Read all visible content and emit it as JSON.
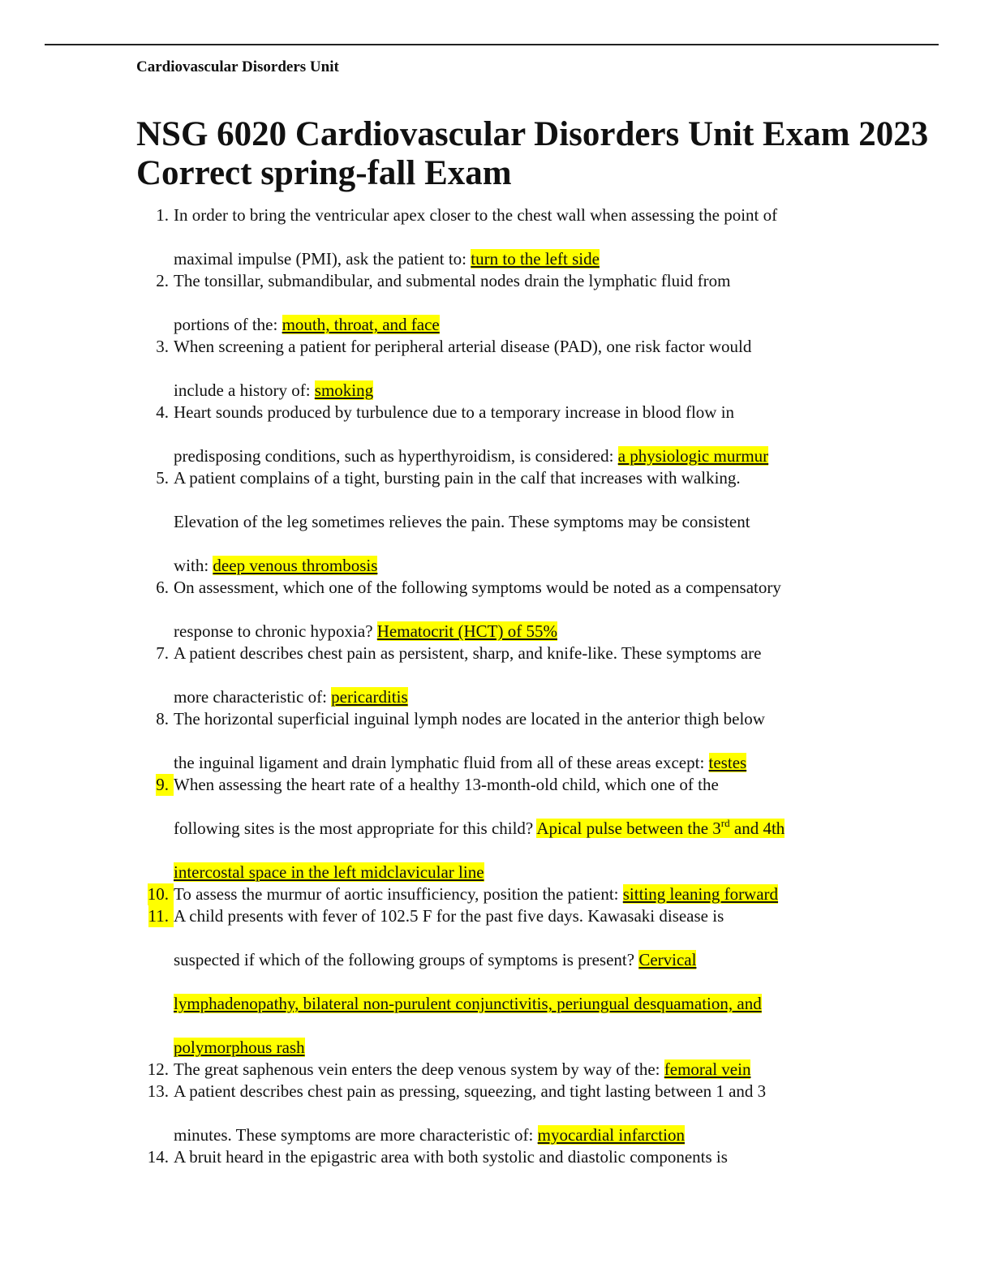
{
  "header": {
    "running_title": "Cardiovascular Disorders Unit"
  },
  "document": {
    "title": "NSG 6020 Cardiovascular Disorders Unit Exam 2023 Correct spring-fall Exam"
  },
  "questions": [
    {
      "number": "1.",
      "line1": "In order to bring the ventricular apex closer to the chest wall when assessing the point of",
      "line2": "maximal impulse (PMI), ask the patient to: ",
      "answer": "turn to the left side"
    },
    {
      "number": "2.",
      "line1": "The tonsillar, submandibular, and submental nodes drain the lymphatic fluid from",
      "line2": "portions of the: ",
      "answer": "mouth, throat, and face"
    },
    {
      "number": "3.",
      "line1": "When screening a patient for peripheral arterial disease (PAD), one risk factor would",
      "line2": "include a history of: ",
      "answer": "smoking"
    },
    {
      "number": "4.",
      "line1": "Heart sounds produced by turbulence due to a temporary increase in blood flow in",
      "line2": "predisposing conditions, such as hyperthyroidism, is considered: ",
      "answer": "a physiologic murmur"
    },
    {
      "number": "5.",
      "line1": "A patient complains of a tight, bursting pain in the calf that increases with walking.",
      "line2": "Elevation of the leg sometimes relieves the pain. These symptoms may be consistent",
      "line3": "with: ",
      "answer": "deep venous thrombosis"
    },
    {
      "number": "6.",
      "line1": "On assessment, which one of the following symptoms would be noted as a compensatory",
      "line2": "response to chronic hypoxia? ",
      "answer": "Hematocrit (HCT) of 55%"
    },
    {
      "number": "7.",
      "line1": "A patient describes chest pain as persistent, sharp, and knife-like. These symptoms are",
      "line2": "more characteristic of: ",
      "answer": "pericarditis"
    },
    {
      "number": "8.",
      "line1": "The horizontal superficial inguinal lymph nodes are located in the anterior thigh below",
      "line2": "the inguinal ligament and drain lymphatic fluid from all of these areas except: ",
      "answer": "testes"
    },
    {
      "number": "9.",
      "line1": "When assessing the heart rate of a healthy 13-month-old child, which one of the",
      "line2": "following sites is the most appropriate for this child? ",
      "answer_a": "Apical pulse between the 3",
      "answer_sup": "rd",
      "answer_b": " and 4th",
      "answer_c": "intercostal space in the left midclavicular line"
    },
    {
      "number": "10.",
      "line1": "To assess the murmur of aortic insufficiency, position the patient: ",
      "answer": "sitting leaning forward"
    },
    {
      "number": "11.",
      "line1": "A child presents with fever of 102.5 F for the past five days. Kawasaki disease is",
      "line2": "suspected if which of the following groups of symptoms is present? ",
      "answer_a": "Cervical",
      "answer_b": "lymphadenopathy, bilateral non-purulent conjunctivitis, periungual desquamation, and",
      "answer_c": "polymorphous rash"
    },
    {
      "number": "12.",
      "line1": "The great saphenous vein enters the deep venous system by way of the: ",
      "answer": "femoral vein"
    },
    {
      "number": "13.",
      "line1": "A patient describes chest pain as pressing, squeezing, and tight lasting between 1 and 3",
      "line2": "minutes. These symptoms are more characteristic of: ",
      "answer": "myocardial infarction"
    },
    {
      "number": "14.",
      "line1": "A bruit heard in the epigastric area with both systolic and diastolic components is"
    }
  ],
  "colors": {
    "highlight": "#ffff00",
    "text": "#111111"
  }
}
